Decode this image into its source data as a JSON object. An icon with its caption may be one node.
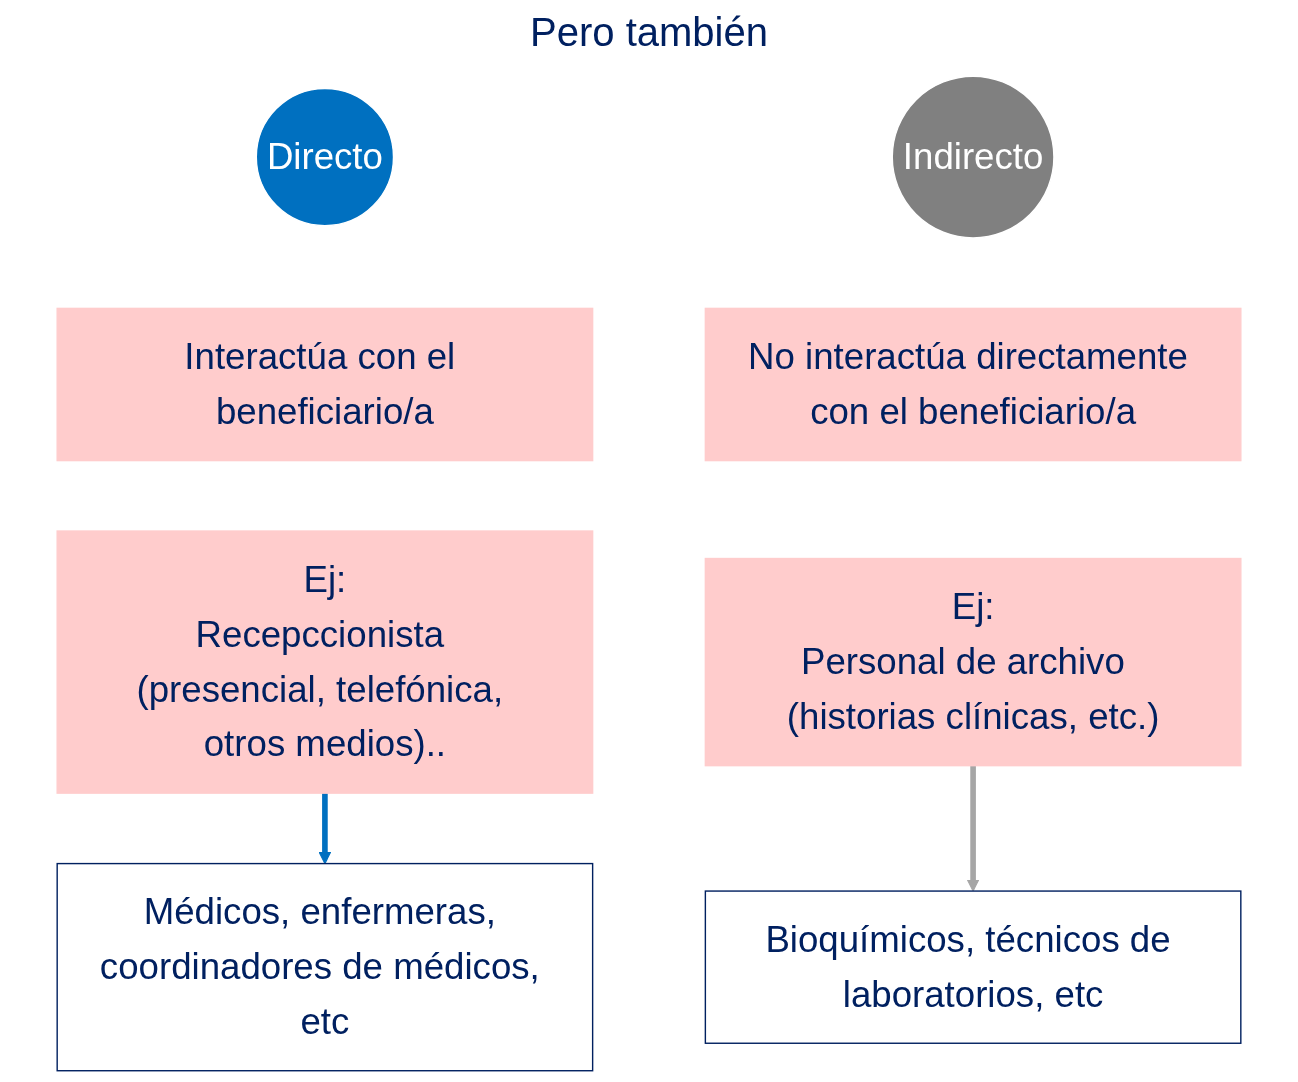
{
  "diagram": {
    "nodes": [
      {
        "text": [
          "Directo"
        ]
      },
      {
        "text": [
          "Interactúa con el beneficiario/a"
        ]
      },
      {
        "text": [
          "Ej:",
          "Recepccionista (presencial, telefónica, otros medios).."
        ]
      },
      {
        "text": [
          "Indirecto"
        ]
      },
      {
        "text": [
          "No interactúa directamente con el beneficiario/a"
        ]
      },
      {
        "text": [
          "Ej:",
          "Personal de archivo  (historias clínicas, etc.)"
        ]
      },
      {
        "text": [
          "Médicos, enfermeras, coordinadores de médicos, etc"
        ]
      },
      {
        "text": [
          "Bioquímicos, técnicos de laboratorios, etc"
        ]
      }
    ],
    "edges": [
      {
        "from": 2,
        "to": 6,
        "arrow": "to",
        "color": "#0070c0"
      },
      {
        "from": 5,
        "to": 7,
        "arrow": "to",
        "color": "#a6a6a6"
      }
    ],
    "labels": [
      "Pero también"
    ]
  }
}
